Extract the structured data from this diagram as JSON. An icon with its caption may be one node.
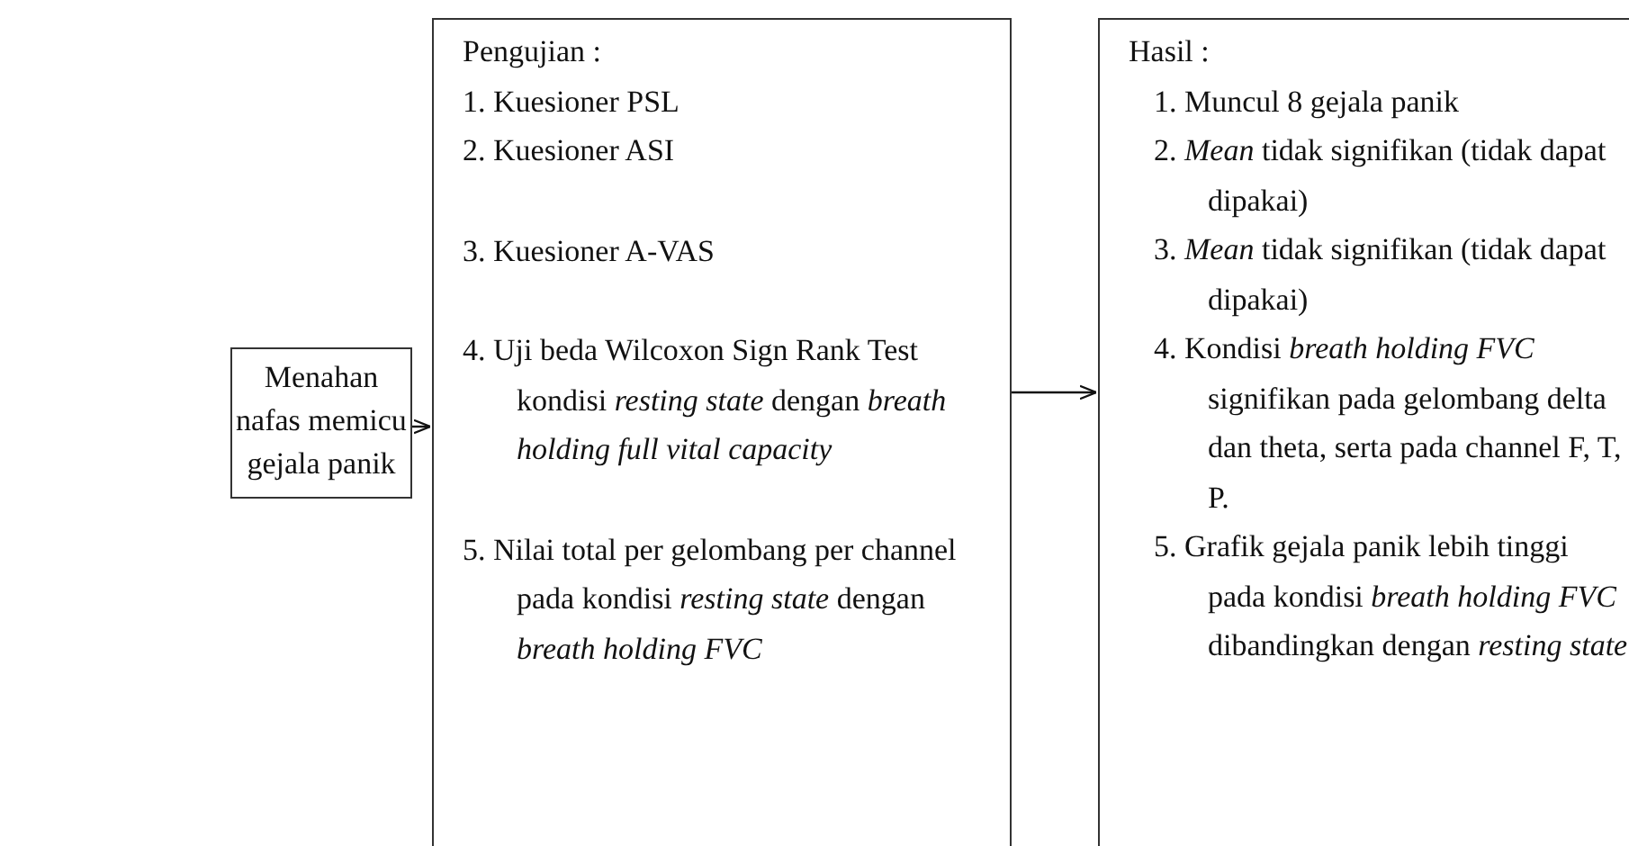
{
  "diagram": {
    "nodes": [
      {
        "text": [
          "Menahan nafas memicu gejala panik"
        ]
      },
      {
        "text": [
          "Pengujian :",
          "1. Kuesioner PSL",
          "2. Kuesioner ASI",
          "3. Kuesioner A-VAS",
          "4. Uji beda Wilcoxon Sign Rank Test kondisi *resting state* dengan *breath holding full vital capacity*",
          "5. Nilai total per gelombang per channel pada kondisi *resting state* dengan *breath holding FVC*"
        ]
      },
      {
        "text": [
          "Hasil :",
          "1. Muncul 8 gejala panik",
          "2. *Mean* tidak signifikan (tidak dapat dipakai)",
          "3. *Mean* tidak signifikan (tidak dapat dipakai)",
          "4. Kondisi *breath holding FVC* signifikan pada gelombang delta dan theta, serta pada channel F, T, P.",
          "5. Grafik gejala panik lebih tinggi pada kondisi *breath holding FVC* dibandingkan dengan *resting state*"
        ]
      }
    ],
    "edges": [
      {
        "from": 0,
        "to": 1,
        "arrow": "to"
      },
      {
        "from": 1,
        "to": 2,
        "arrow": "to"
      }
    ]
  }
}
